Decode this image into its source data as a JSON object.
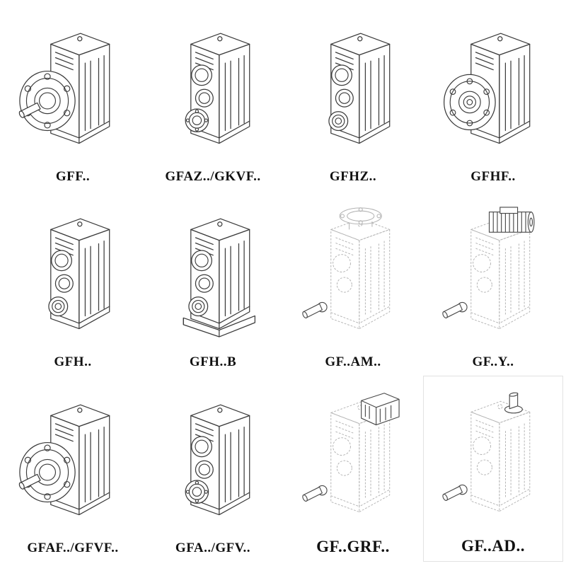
{
  "page": {
    "background": "#ffffff",
    "line_color": "#3b3b3b",
    "phantom_line_color": "#b3b3b3",
    "label_color": "#111111"
  },
  "grid": {
    "items": [
      {
        "label": "GFF..",
        "drawing": "gearbox-output-flange-with-shaft"
      },
      {
        "label": "GFAZ../GKVF..",
        "drawing": "gearbox-hollow-shaft-with-small-flange"
      },
      {
        "label": "GFHZ..",
        "drawing": "gearbox-hollow-shaft"
      },
      {
        "label": "GFHF..",
        "drawing": "gearbox-front-flange"
      },
      {
        "label": "GFH..",
        "drawing": "gearbox-hollow-shaft-bearing"
      },
      {
        "label": "GFH..B",
        "drawing": "gearbox-hollow-shaft-with-base"
      },
      {
        "label": "GF..AM..",
        "drawing": "gearbox-phantom-top-input-flange"
      },
      {
        "label": "GF..Y..",
        "drawing": "gearbox-phantom-with-motor"
      },
      {
        "label": "GFAF../GFVF..",
        "drawing": "gearbox-output-flange-with-shaft"
      },
      {
        "label": "GFA../GFV..",
        "drawing": "gearbox-hollow-shaft-with-small-flange"
      },
      {
        "label": "GF..GRF..",
        "drawing": "gearbox-phantom-with-input-adapter"
      },
      {
        "label": "GF..AD..",
        "drawing": "gearbox-phantom-with-top-input-shaft"
      }
    ]
  }
}
